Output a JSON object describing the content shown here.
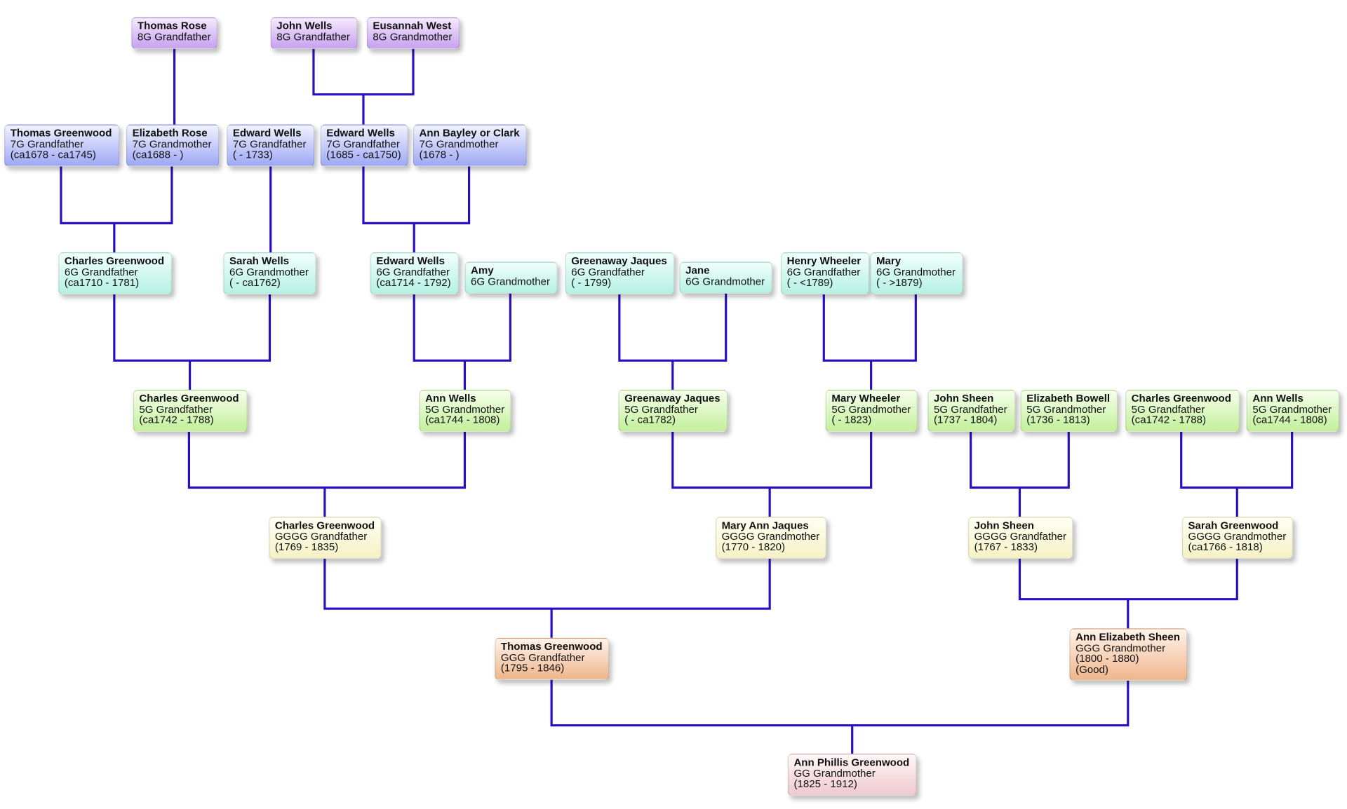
{
  "colors": {
    "line": "#2a0fc2"
  },
  "people": [
    {
      "name": "Thomas Rose",
      "relation": "8G Grandfather"
    },
    {
      "name": "John Wells",
      "relation": "8G Grandfather"
    },
    {
      "name": "Eusannah West",
      "relation": "8G Grandmother"
    },
    {
      "name": "Thomas Greenwood",
      "relation": "7G Grandfather",
      "dates": "(ca1678 - ca1745)"
    },
    {
      "name": "Elizabeth Rose",
      "relation": "7G Grandmother",
      "dates": "(ca1688 - )"
    },
    {
      "name": "Edward Wells",
      "relation": "7G Grandfather",
      "dates": "( - 1733)"
    },
    {
      "name": "Edward Wells",
      "relation": "7G Grandfather",
      "dates": "(1685 - ca1750)"
    },
    {
      "name": "Ann Bayley or Clark",
      "relation": "7G Grandmother",
      "dates": "(1678 - )"
    },
    {
      "name": "Charles Greenwood",
      "relation": "6G Grandfather",
      "dates": "(ca1710 - 1781)"
    },
    {
      "name": "Sarah Wells",
      "relation": "6G Grandmother",
      "dates": "( - ca1762)"
    },
    {
      "name": "Edward Wells",
      "relation": "6G Grandfather",
      "dates": "(ca1714 - 1792)"
    },
    {
      "name": "Amy",
      "relation": "6G Grandmother"
    },
    {
      "name": "Greenaway Jaques",
      "relation": "6G Grandfather",
      "dates": "( - 1799)"
    },
    {
      "name": "Jane",
      "relation": "6G Grandmother"
    },
    {
      "name": "Henry Wheeler",
      "relation": "6G Grandfather",
      "dates": "( - <1789)"
    },
    {
      "name": "Mary",
      "relation": "6G Grandmother",
      "dates": "( - >1879)"
    },
    {
      "name": "Charles Greenwood",
      "relation": "5G Grandfather",
      "dates": "(ca1742 - 1788)"
    },
    {
      "name": "Ann Wells",
      "relation": "5G Grandmother",
      "dates": "(ca1744 - 1808)"
    },
    {
      "name": "Greenaway Jaques",
      "relation": "5G Grandfather",
      "dates": "( - ca1782)"
    },
    {
      "name": "Mary Wheeler",
      "relation": "5G Grandmother",
      "dates": "( - 1823)"
    },
    {
      "name": "John Sheen",
      "relation": "5G Grandfather",
      "dates": "(1737 - 1804)"
    },
    {
      "name": "Elizabeth Bowell",
      "relation": "5G Grandmother",
      "dates": "(1736 - 1813)"
    },
    {
      "name": "Charles Greenwood",
      "relation": "5G Grandfather",
      "dates": "(ca1742 - 1788)"
    },
    {
      "name": "Ann Wells",
      "relation": "5G Grandmother",
      "dates": "(ca1744 - 1808)"
    },
    {
      "name": "Charles Greenwood",
      "relation": "GGGG Grandfather",
      "dates": "(1769 - 1835)"
    },
    {
      "name": "Mary Ann Jaques",
      "relation": "GGGG Grandmother",
      "dates": "(1770 - 1820)"
    },
    {
      "name": "John Sheen",
      "relation": "GGGG Grandfather",
      "dates": "(1767 - 1833)"
    },
    {
      "name": "Sarah Greenwood",
      "relation": "GGGG Grandmother",
      "dates": "(ca1766 - 1818)"
    },
    {
      "name": "Thomas Greenwood",
      "relation": "GGG Grandfather",
      "dates": "(1795 - 1846)"
    },
    {
      "name": "Ann Elizabeth Sheen",
      "relation": "GGG Grandmother",
      "dates": "(1800 - 1880)",
      "note": "(Good)"
    },
    {
      "name": "Ann Phillis Greenwood",
      "relation": "GG Grandmother",
      "dates": "(1825 - 1912)"
    }
  ]
}
